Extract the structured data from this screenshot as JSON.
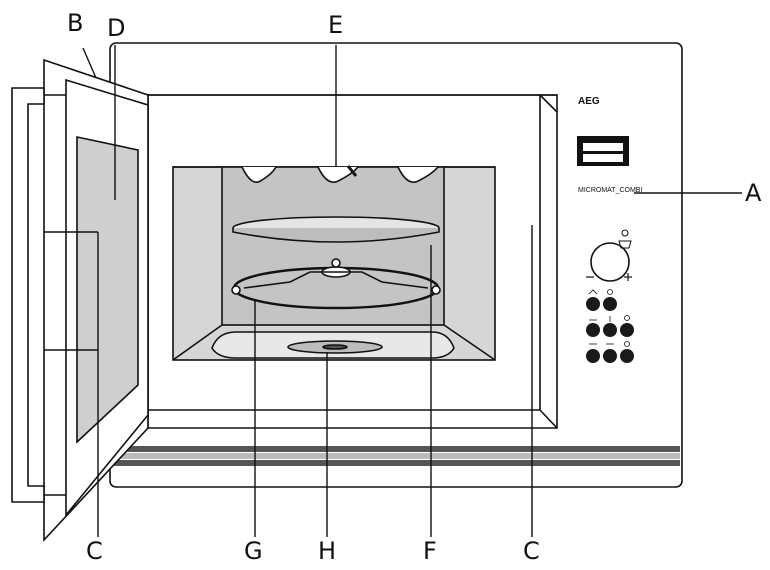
{
  "brand": {
    "logo_text": "AEG",
    "model_text": "MICROMAT_COMBI"
  },
  "callouts": {
    "A": "A",
    "B": "B",
    "C_left": "C",
    "C_right": "C",
    "D": "D",
    "E": "E",
    "F": "F",
    "G": "G",
    "H": "H"
  },
  "colors": {
    "glass": "#cfcfcf",
    "cavity": "#d6d6d6",
    "button": "#1a1a1a",
    "stripe_dark": "#555555",
    "stripe_light": "#bbbbbb"
  },
  "icons": [
    "clock-icon",
    "weight-icon",
    "minus-icon",
    "plus-icon",
    "program-icon"
  ]
}
